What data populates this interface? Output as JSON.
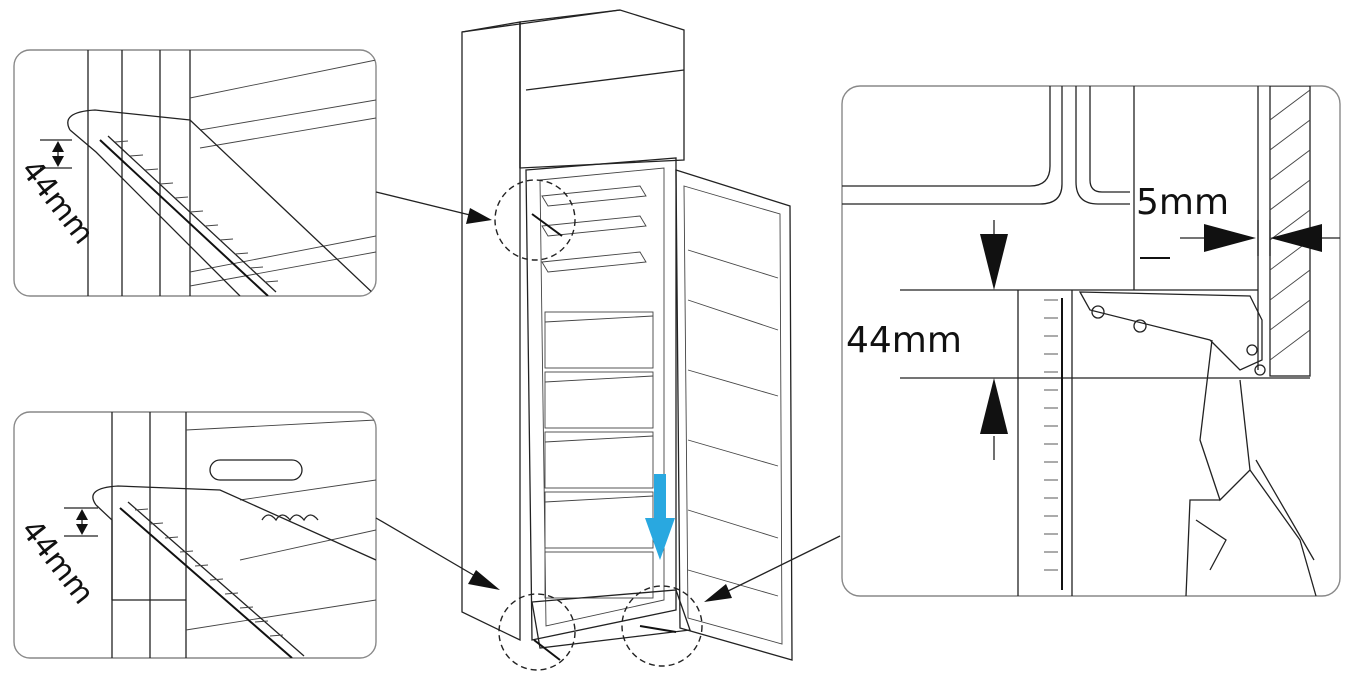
{
  "labels": {
    "top_left_dim": "44mm",
    "bottom_left_dim": "44mm",
    "right_height_dim": "44mm",
    "right_gap_dim": "5mm"
  },
  "colors": {
    "line": "#222222",
    "accent_arrow": "#29a8e0",
    "panel_border": "#888888",
    "background": "#ffffff"
  },
  "icons": {
    "door_direction_arrow": "arrow-down-icon"
  }
}
